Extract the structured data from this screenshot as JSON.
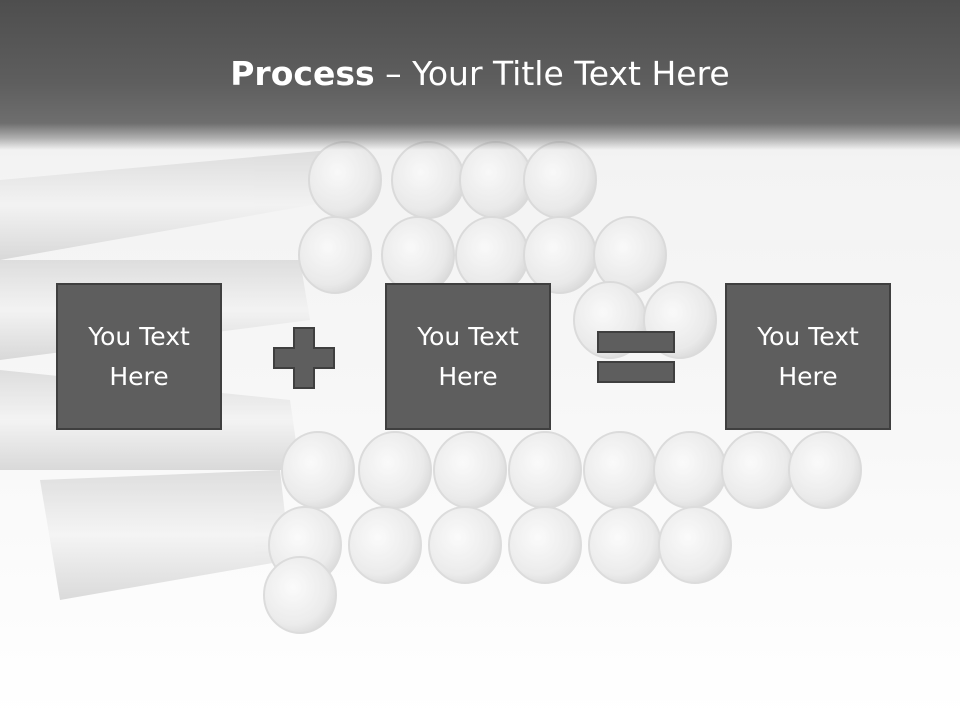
{
  "title": {
    "bold": "Process",
    "rest": " – Your Title Text Here"
  },
  "boxes": [
    {
      "label": "You Text Here"
    },
    {
      "label": "You Text Here"
    },
    {
      "label": "You Text Here"
    }
  ],
  "operators": [
    "plus-icon",
    "equals-icon"
  ],
  "colors": {
    "title_bar": "#5a5a5a",
    "box_fill": "#5e5e5e",
    "box_border": "#3f3f3f",
    "text": "#ffffff"
  }
}
